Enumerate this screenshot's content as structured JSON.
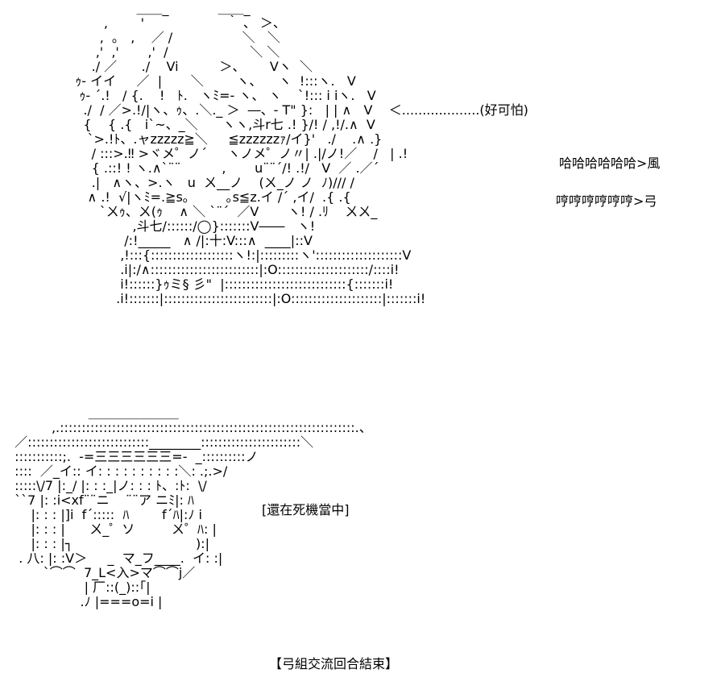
{
  "art": {
    "top_figure": [
      "                  ＿＿_            ＿＿_",
      "          ,        '                    ｀ 、 ＞、",
      "         ,  ｡   ,    ／ /                 ＼   ＼",
      "        ,'  ,'       ,'  /                    ＼ ＼",
      "       ./ ／      ./    Vi          ＞、      Vヽ  ＼",
      "   ｩ- イイ     ／  |       ＼        ヽ、    ヽ  !:::ヽ.   V",
      "    ｩ- ´.!   / {.    !   ﾄ.   ヽﾐ=- ヽ、 ヽ    `!::: i iヽ.   V",
      "     ./  / ／>.!/|ヽ、ｩ、.＼._ ＞  ―、- T\" }:   | | ∧   V    ＜...................(好可怕)",
      "     {    { .{   i`~、_＼      ヽヽ,斗r七 .! }/! / ,!/.∧  V",
      "      `>.!ﾄ、.ャzzzzz≧＼     ≦zzzzzzｧ/イ}'   ./    .∧ .}",
      "       / :::>.‼ >ヾメ゜ノ´     ヽノメ゜ノ〃| .|/ノ!／    /   | .!",
      "       { .::! ! ヽ.∧`¨¨          ,       u¨¨´/! .!/   V  ／ .／´",
      "       .|   ∧ヽ、>.ヽ   u  ㄨ__ノ    (ㄨ_ノ ノ  ﾉ)/// /",
      "      ∧ .!  √|ヽﾐ=.≧s｡         ｡s≦z.イ /´ ,イ/  .{ .{",
      "         `ㄨｩ、ㄨ(ｩ    ∧ ＼ `¨´  ／V       ヽ! / .ﾘ    ㄨㄨ_",
      "                 ,斗七/::::::/◯}:::::::V――   ヽ!",
      "               /:!_____   ∧ /|:十:V:::∧  ____|::V",
      "              ,!:::{:::::::::::::::::::ヽ!:|:::::::::ヽ'::::::::::::::::::::V",
      "              .i|:/∧:::::::::::::::::::::::::|:O:::::::::::::::::::::/::::i!",
      "              i!::::::}ｩミ§ 彡\"  |::::::::::::::::::::::::::::{:::::::i!",
      "             .i!:::::::|:::::::::::::::::::::::::|:O:::::::::::::::::::::|:::::::i!"
    ],
    "bottom_figure": [
      "                    ＿＿＿＿＿＿＿",
      "           ,.::::::::::::::::::::::::::::::::::::::::::::::::::::::::::::::::::::.、",
      "  ／::::::::::::::::::::::::::::________:::::::::::::::::::::::＼",
      "  :::::::::::;.  -=三三三三三三=-  _::::::::::ノ",
      "  ::::  ／_イ:: イ: : : : : : : : : :＼: .;.>/",
      "  :::::\\/7 |:_/ |: : :_|ノ: : : ﾄ、:ﾄ:  \\/",
      "  ``7 |: :i<xf¨¨ニ    ¨¨ア ニﾐ|: ﾊ",
      "      |: : : |]i  f´:::::  ﾊ        f´ﾊ|:ﾉ i",
      "      |: : : |      ㄨ_゜ソ         ㄨ゜ﾊ: |",
      "      |: : : |┐                              ):|",
      "   . 八: |: :V＞     _  マ_フ____.  イ: :|",
      "         `⌒⌒  7_L<入>マ⌒⌒j／",
      "                   | 厂::(_)::｢|",
      "                  .ﾉ |===o=i |"
    ]
  },
  "captions": {
    "ha": "哈哈哈哈哈哈>風",
    "heng": "哼哼哼哼哼哼>弓",
    "death": "[還在死機當中]",
    "end": "【弓組交流回合結束】"
  }
}
